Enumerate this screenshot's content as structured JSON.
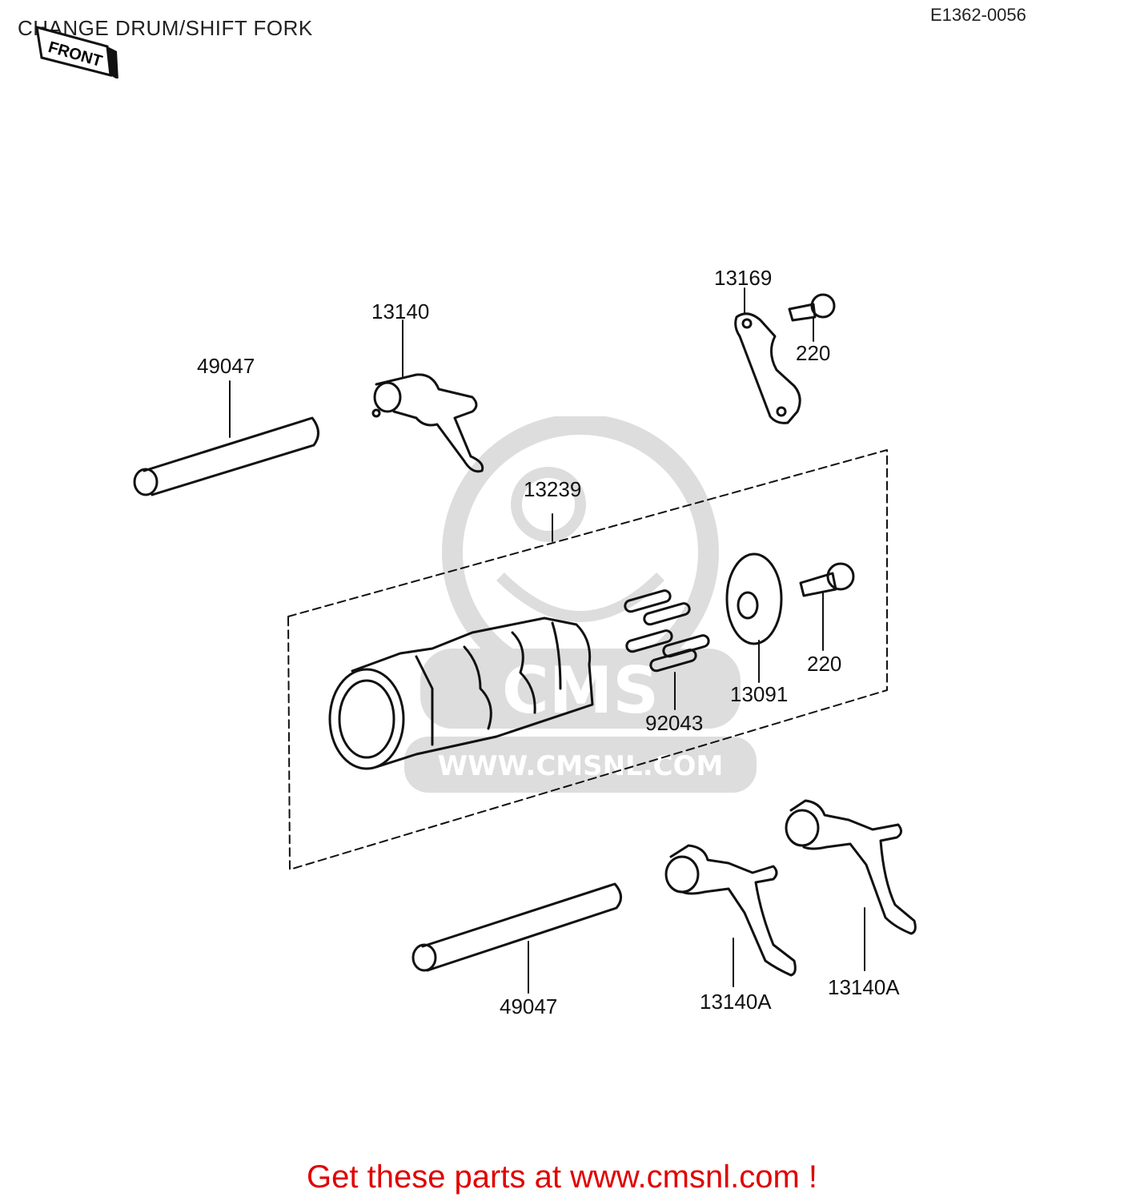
{
  "header": {
    "title": "CHANGE DRUM/SHIFT FORK",
    "code": "E1362-0056",
    "front_tag": "FRONT"
  },
  "parts": {
    "shaft_top": "49047",
    "fork_top": "13140",
    "plate": "13169",
    "bolt_top": "220",
    "drum": "13239",
    "pins": "92043",
    "holder": "13091",
    "bolt_mid": "220",
    "shaft_bottom": "49047",
    "fork_mid": "13140A",
    "fork_right": "13140A"
  },
  "watermark": {
    "text": "CMS",
    "url": "WWW.CMSNL.COM"
  },
  "footer": {
    "promo": "Get these parts at www.cmsnl.com !"
  },
  "colors": {
    "promo": "#e00000",
    "lines": "#111111"
  }
}
